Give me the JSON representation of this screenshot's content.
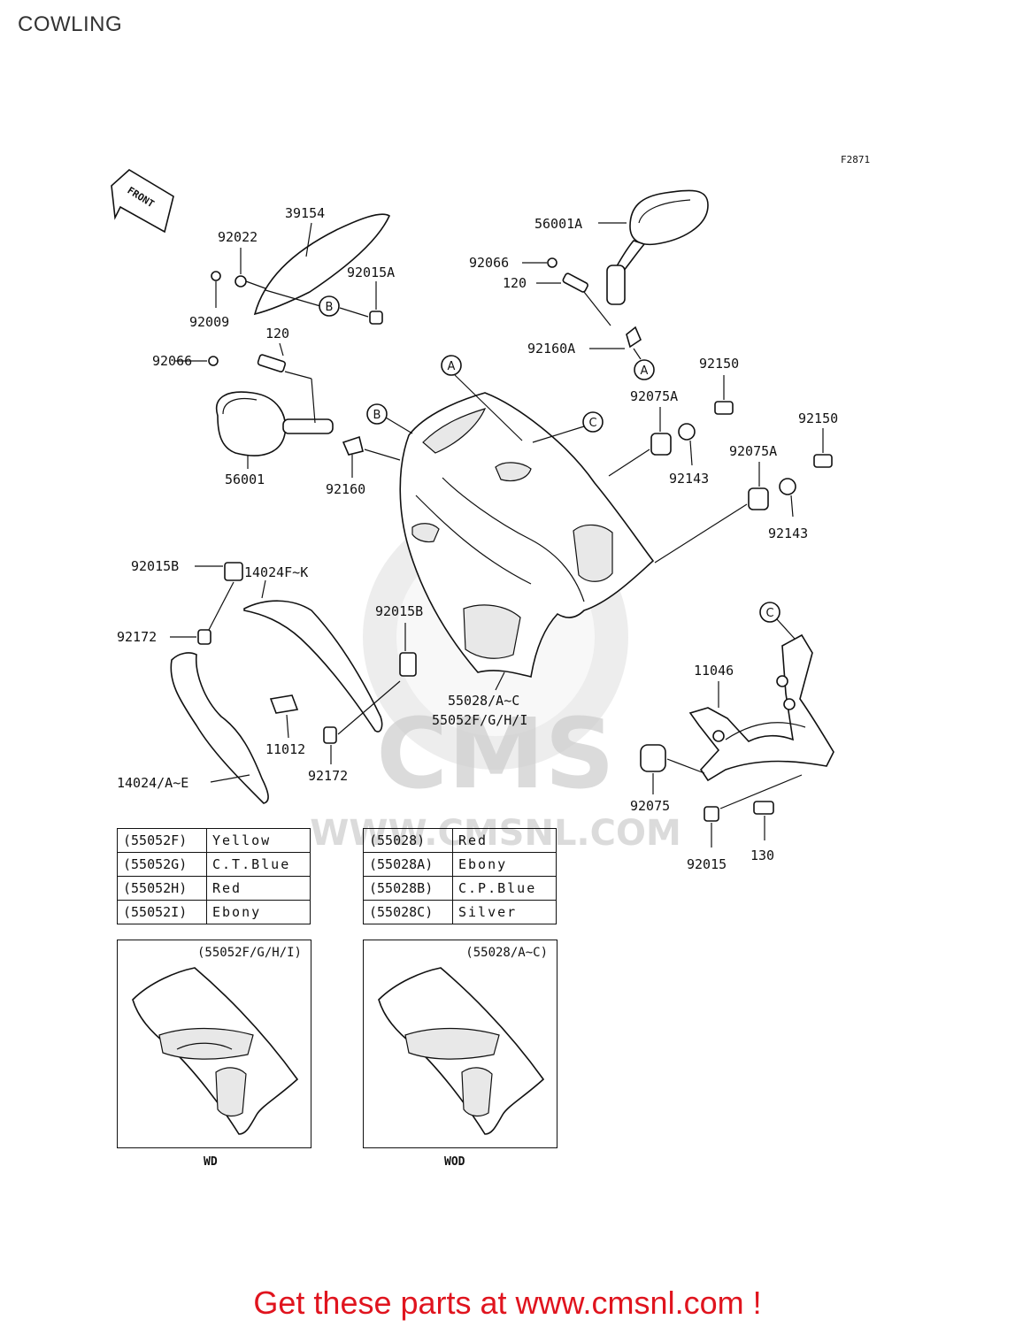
{
  "page": {
    "title": "COWLING",
    "figure_code": "F2871"
  },
  "front_label": "FRONT",
  "callouts": [
    "A",
    "B",
    "C"
  ],
  "part_labels": {
    "p39154": "39154",
    "p92022": "92022",
    "p92015A": "92015A",
    "p92009": "92009",
    "p120_left": "120",
    "p92066_left": "92066",
    "p56001": "56001",
    "p92160": "92160",
    "p56001A": "56001A",
    "p92066_right": "92066",
    "p120_right": "120",
    "p92160A": "92160A",
    "p92150_a": "92150",
    "p92075A_a": "92075A",
    "p92143_a": "92143",
    "p92150_b": "92150",
    "p92075A_b": "92075A",
    "p92143_b": "92143",
    "p92015B_left": "92015B",
    "p14024FK": "14024F~K",
    "p92172_left": "92172",
    "p92015B_mid": "92015B",
    "p55028": "55028/A~C",
    "p55052": "55052F/G/H/I",
    "p11012": "11012",
    "p92172_mid": "92172",
    "p14024AE": "14024/A~E",
    "p11046": "11046",
    "p92075": "92075",
    "p92015": "92015",
    "p130": "130"
  },
  "color_table_left": [
    {
      "code": "(55052F)",
      "color": "Yellow"
    },
    {
      "code": "(55052G)",
      "color": "C.T.Blue"
    },
    {
      "code": "(55052H)",
      "color": "Red"
    },
    {
      "code": "(55052I)",
      "color": "Ebony"
    }
  ],
  "color_table_right": [
    {
      "code": "(55028)",
      "color": "Red"
    },
    {
      "code": "(55028A)",
      "color": "Ebony"
    },
    {
      "code": "(55028B)",
      "color": "C.P.Blue"
    },
    {
      "code": "(55028C)",
      "color": "Silver"
    }
  ],
  "variants": [
    {
      "title": "(55052F/G/H/I)",
      "caption": "WD"
    },
    {
      "title": "(55028/A~C)",
      "caption": "WOD"
    }
  ],
  "watermark": {
    "brand": "CMS",
    "url": "WWW.CMSNL.COM"
  },
  "promo": "Get these parts at www.cmsnl.com !"
}
